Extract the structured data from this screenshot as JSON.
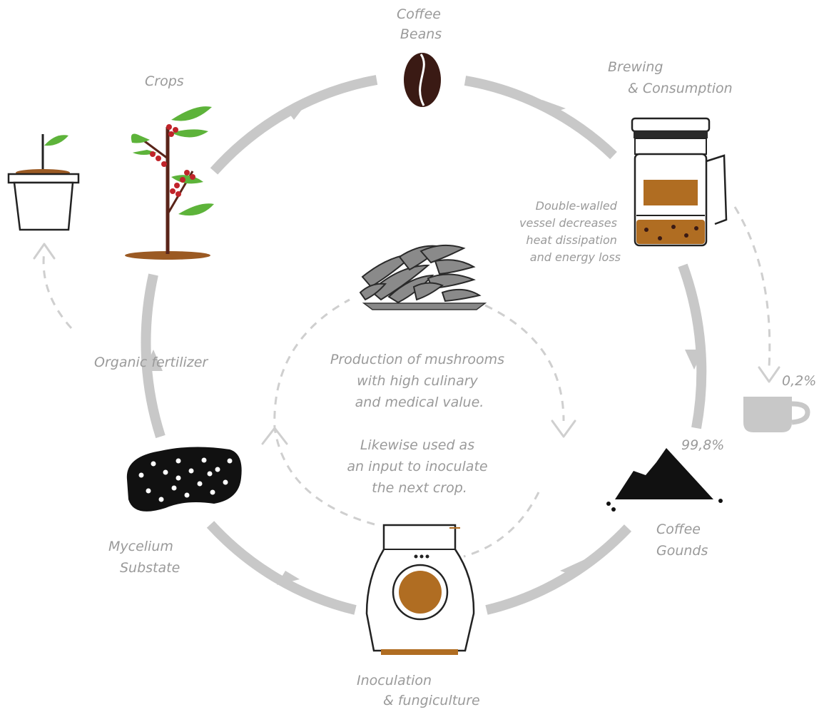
{
  "labels": {
    "coffee_beans": [
      "Coffee",
      "Beans"
    ],
    "brewing": [
      "Brewing",
      "& Consumption"
    ],
    "vessel_note": [
      "Double-walled",
      "vessel decreases",
      "heat dissipation",
      "and energy loss"
    ],
    "crops": "Crops",
    "organic_fertilizer": "Organic fertilizer",
    "mushroom_text": [
      "Production of mushrooms",
      "with high culinary",
      "and medical value."
    ],
    "inoculate_text": [
      "Likewise used as",
      "an input to inoculate",
      "the next crop."
    ],
    "mycelium": [
      "Mycelium",
      "Substate"
    ],
    "inoculation": [
      "Inoculation",
      "& fungiculture"
    ],
    "coffee_grounds": [
      "Coffee",
      "Gounds"
    ],
    "pct_cup": "0,2%",
    "pct_grounds": "99,8%"
  },
  "icons": {
    "bean": "coffee-bean-icon",
    "press": "coffee-press-icon",
    "cup": "coffee-cup-icon",
    "grounds": "coffee-grounds-pile-icon",
    "incubator": "incubator-machine-icon",
    "substrate": "mycelium-block-icon",
    "plant": "coffee-plant-icon",
    "pot": "seedling-pot-icon",
    "mushrooms": "oyster-mushrooms-icon"
  },
  "colors": {
    "bean": "#3a1a14",
    "coffee": "#b06d22",
    "berry": "#c0242a",
    "leaf": "#5db33a",
    "stem": "#5a2419",
    "arrow": "#c8c8c8",
    "text": "#9a9a9a"
  }
}
